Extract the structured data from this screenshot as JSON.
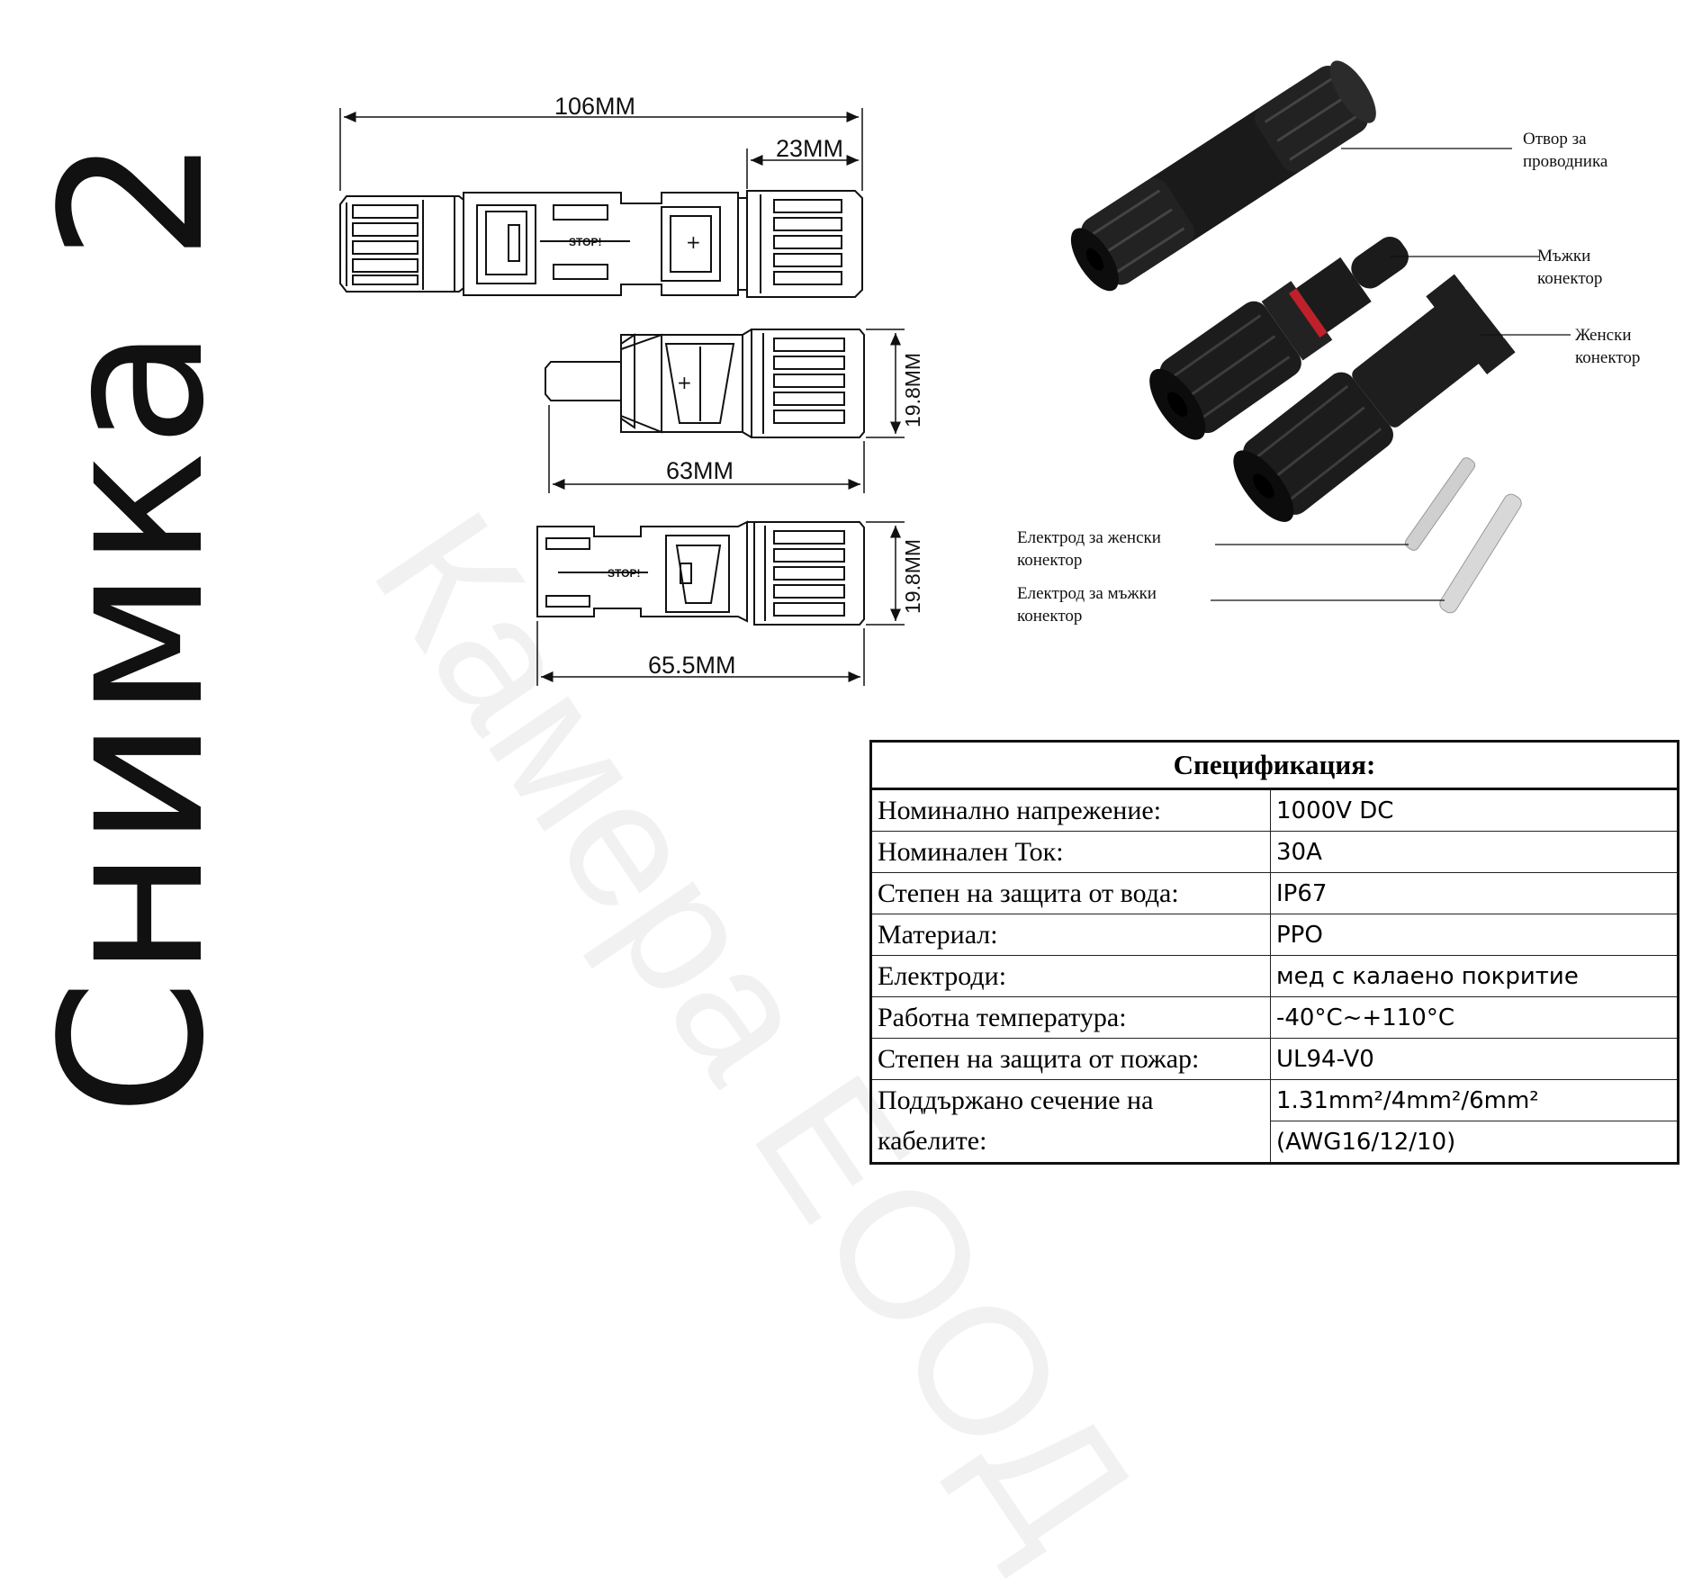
{
  "side_title": "Снимка 2",
  "watermark": "Камера ЕООД",
  "dimensions": {
    "total_length": "106MM",
    "nut_length": "23MM",
    "male_length": "63MM",
    "male_diameter": "19.8MM",
    "female_length": "65.5MM",
    "female_diameter": "19.8MM",
    "stop_text": "STOP!"
  },
  "callouts": {
    "wire_hole": [
      "Отвор за",
      "проводника"
    ],
    "male_connector": [
      "Мъжки",
      "конектор"
    ],
    "female_connector": [
      "Женски",
      "конектор"
    ],
    "female_electrode": [
      "Електрод за женски",
      "конектор"
    ],
    "male_electrode": [
      "Електрод за мъжки",
      "конектор"
    ]
  },
  "spec_table": {
    "title": "Спецификация:",
    "rows": [
      {
        "label": "Номинално напрежение:",
        "value": "1000V DC"
      },
      {
        "label": "Номинален Ток:",
        "value": "30A"
      },
      {
        "label": "Степен на защита от вода:",
        "value": "IP67"
      },
      {
        "label": "Материал:",
        "value": "PPO"
      },
      {
        "label": "Електроди:",
        "value": "мед с калаено покритие"
      },
      {
        "label": "Работна температура:",
        "value": "-40°C~+110°C"
      },
      {
        "label": "Степен на защита от пожар:",
        "value": "UL94-V0"
      },
      {
        "label": "Поддържано сечение на",
        "value": "1.31mm²/4mm²/6mm²"
      },
      {
        "label": "кабелите:",
        "value": "(AWG16/12/10)"
      }
    ]
  }
}
